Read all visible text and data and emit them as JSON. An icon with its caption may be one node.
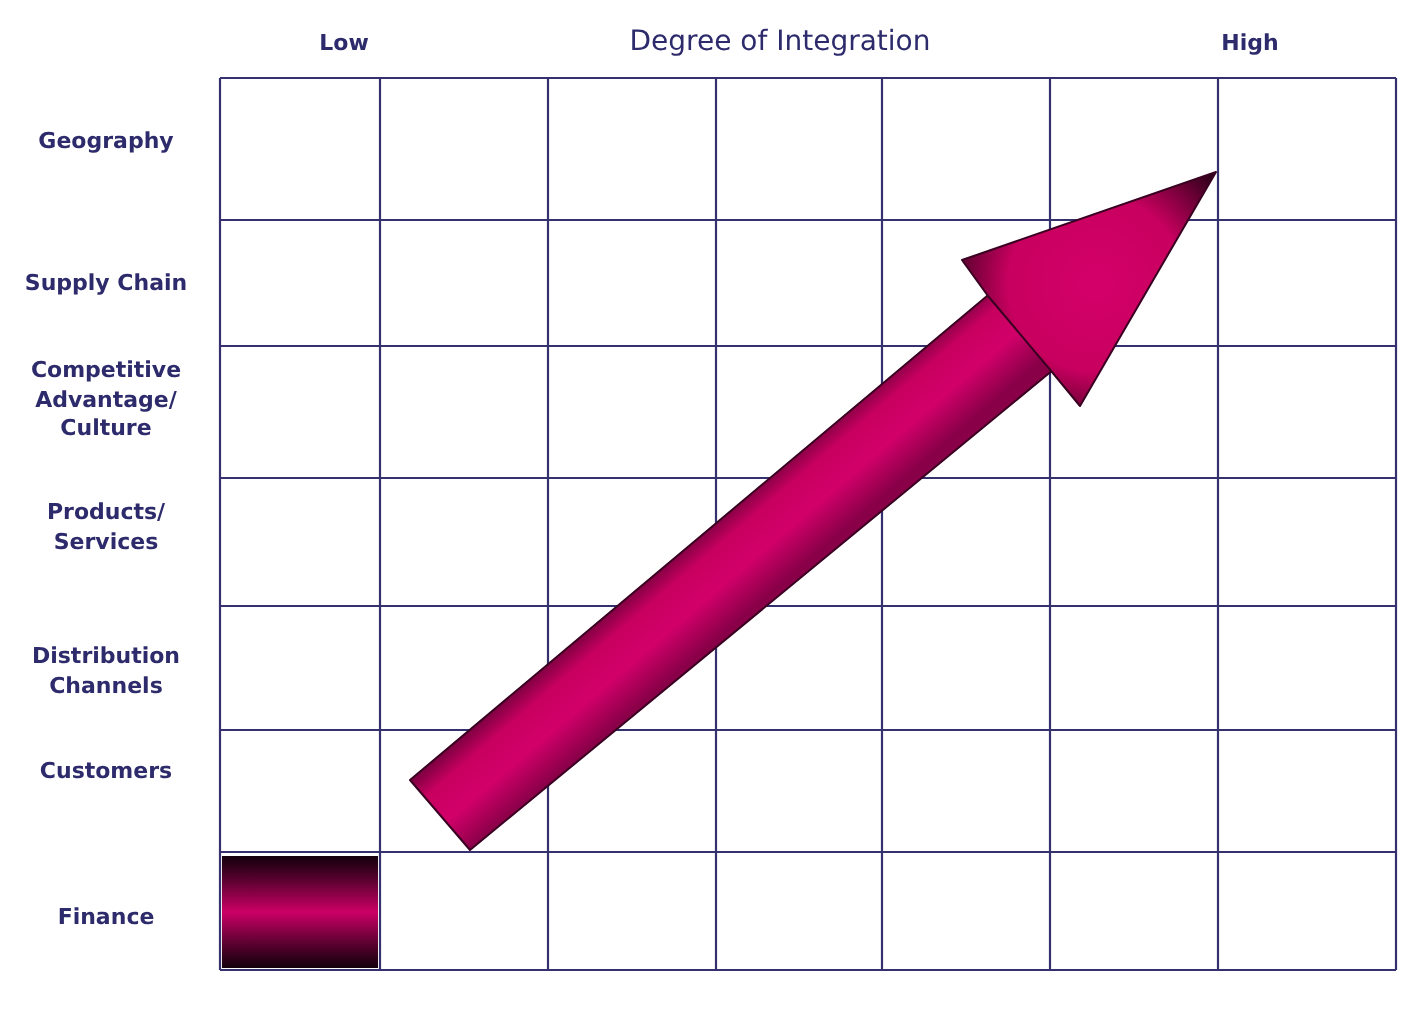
{
  "diagram": {
    "nodes": [
      {
        "text": [],
        "shape": "box"
      }
    ],
    "labels": [
      "Low",
      "Degree of Integration",
      "High",
      "Geography",
      "Supply Chain",
      "Competitive Advantage/ Culture",
      "Products/ Services",
      "Distribution Channels",
      "Customers",
      "Finance"
    ]
  }
}
